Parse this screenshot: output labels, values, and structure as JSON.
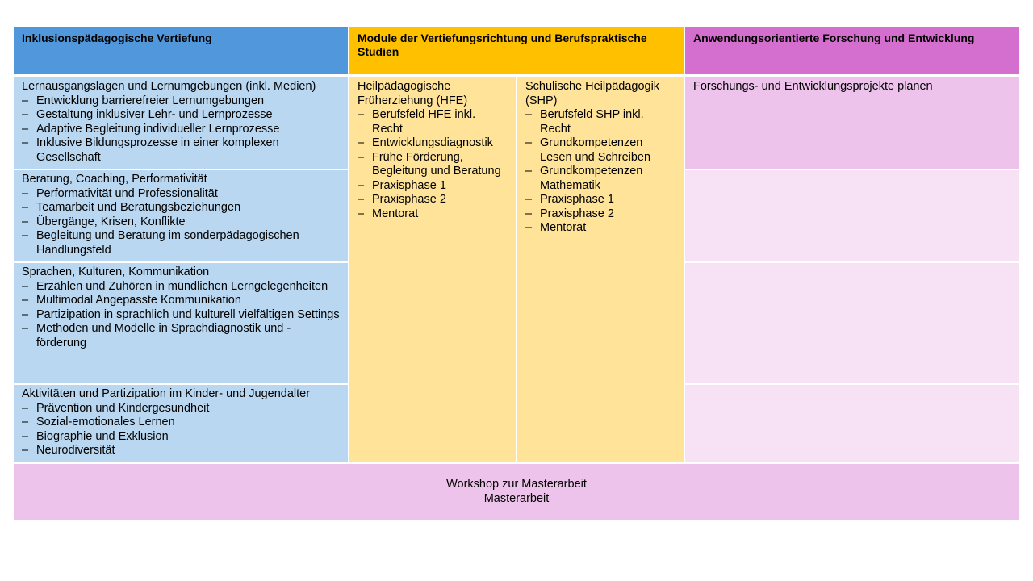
{
  "colors": {
    "blue_header": "#5097db",
    "blue_body": "#b9d7f0",
    "yellow_header": "#ffc000",
    "yellow_body": "#ffe399",
    "pink_header": "#d56fcf",
    "pink_body_strong": "#eec3eb",
    "pink_body_light": "#f6e1f5",
    "footer": "#eec3eb"
  },
  "headers": {
    "col1": "Inklusionspädagogische Vertiefung",
    "col2": "Module der Vertiefungsrichtung und Berufspraktische Studien",
    "col3": "Anwendungsorientierte Forschung und Entwicklung"
  },
  "col1_blocks": [
    {
      "title": "Lernausgangslagen und Lernumgebungen (inkl. Medien)",
      "items": [
        "Entwicklung barrierefreier Lernumgebungen",
        "Gestaltung inklusiver Lehr- und Lernprozesse",
        "Adaptive Begleitung individueller Lernprozesse",
        "Inklusive Bildungsprozesse in einer komplexen Gesellschaft"
      ]
    },
    {
      "title": "Beratung, Coaching, Performativität",
      "items": [
        "Performativität und Professionalität",
        "Teamarbeit und Beratungsbeziehungen",
        "Übergänge, Krisen, Konflikte",
        "Begleitung und Beratung im sonderpädagogischen Handlungsfeld"
      ]
    },
    {
      "title": "Sprachen, Kulturen, Kommunikation",
      "items": [
        "Erzählen und Zuhören in mündlichen Lerngelegenheiten",
        "Multimodal Angepasste Kommunikation",
        "Partizipation in sprachlich und kulturell vielfältigen Settings",
        "Methoden und Modelle in Sprachdiagnostik und -förderung"
      ]
    },
    {
      "title": "Aktivitäten und Partizipation im Kinder- und Jugendalter",
      "items": [
        "Prävention und Kindergesundheit",
        "Sozial-emotionales Lernen",
        "Biographie und Exklusion",
        "Neurodiversität"
      ]
    }
  ],
  "hfe": {
    "title": "Heilpädagogische Früherziehung (HFE)",
    "items": [
      "Berufsfeld HFE inkl. Recht",
      "Entwicklungsdiagnostik",
      "Frühe Förderung, Begleitung und Beratung",
      "Praxisphase 1",
      "Praxisphase 2",
      "Mentorat"
    ]
  },
  "shp": {
    "title": "Schulische Heilpädagogik (SHP)",
    "items": [
      "Berufsfeld SHP inkl. Recht",
      "Grundkompetenzen Lesen und Schreiben",
      "Grundkompetenzen Mathematik",
      "Praxisphase 1",
      "Praxisphase 2",
      "Mentorat"
    ]
  },
  "col3_top": "Forschungs- und Entwicklungsprojekte planen",
  "footer": {
    "line1": "Workshop zur Masterarbeit",
    "line2": "Masterarbeit"
  }
}
